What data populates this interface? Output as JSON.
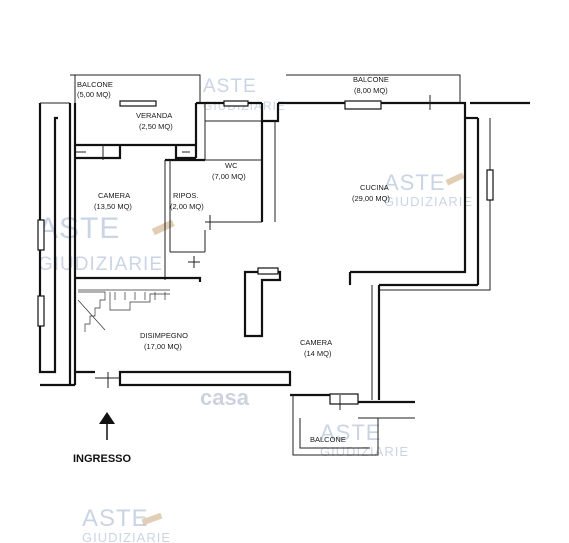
{
  "rooms": {
    "balcone_left": {
      "name": "BALCONE",
      "area": "(5,00 MQ)"
    },
    "veranda": {
      "name": "VERANDA",
      "area": "(2,50 MQ)"
    },
    "balcone_top": {
      "name": "BALCONE",
      "area": "(8,00 MQ)"
    },
    "wc": {
      "name": "WC",
      "area": "(7,00 MQ)"
    },
    "camera_left": {
      "name": "CAMERA",
      "area": "(13,50 MQ)"
    },
    "ripost": {
      "name": "RIPOS.",
      "area": "(2,00 MQ)"
    },
    "cucina": {
      "name": "CUCINA",
      "area": "(29,00 MQ)"
    },
    "disimpegno": {
      "name": "DISIMPEGNO",
      "area": "(17,00 MQ)"
    },
    "camera_right": {
      "name": "CAMERA",
      "area": "(14 MQ)"
    },
    "balcone_bottom": {
      "name": "BALCONE"
    }
  },
  "entrance": {
    "label": "INGRESSO"
  },
  "watermarks": {
    "aste": "ASTE",
    "giudiziarie": "GIUDIZIARIE",
    "casa": "casa"
  },
  "colors": {
    "wall": "#111111",
    "watermark": "#9fb2cf",
    "hammer": "#c9a577"
  }
}
